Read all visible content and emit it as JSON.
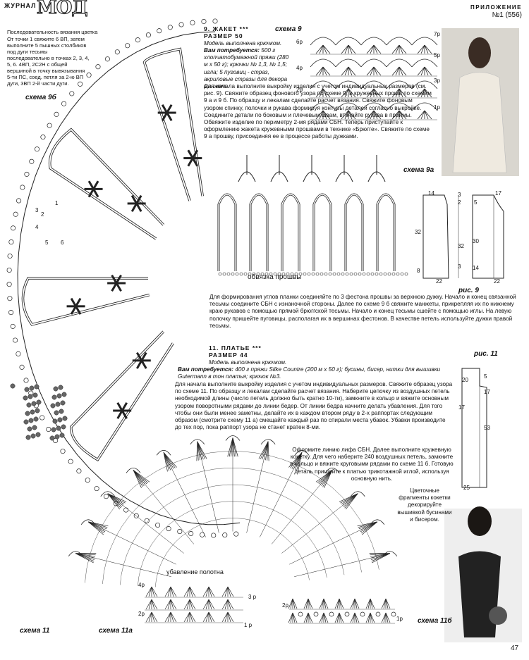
{
  "header": {
    "journal_prefix": "ЖУРНАЛ",
    "journal_logo": "МОД",
    "supplement_title": "ПРИЛОЖЕНИЕ",
    "supplement_number": "№1 (556)"
  },
  "page_number": "47",
  "top_left_note": {
    "title": "Последовательность вязания цветка",
    "text": "От точки 1 свяжите 6 ВП, затем выполните 5 пышных столбиков под дуги тесьмы последовательно в точках 2, 3, 4, 5, 6. 4ВП, 2С2Н с общей вершиной в точку вывязывания 5-ти ПС, соед. петля за 2-ю ВП дуги, 3ВП 2-й части дуги."
  },
  "diagram_labels": {
    "schema_9b": "схема 9б",
    "schema_9": "схема 9",
    "schema_9a": "схема 9а",
    "obvyazka": "обвязка прошвы",
    "fig9": "рис. 9",
    "fig11": "рис. 11",
    "schema_11": "схема 11",
    "schema_11a": "схема 11а",
    "schema_11b": "схема 11б",
    "ubavlenie": "убавление полотна",
    "flower_numbers": [
      "1",
      "2",
      "3",
      "4",
      "5",
      "6"
    ]
  },
  "row_labels_9": {
    "left": [
      "6р",
      "4р",
      "2р"
    ],
    "right": [
      "7р",
      "5р",
      "3р",
      "1р"
    ]
  },
  "row_labels_11a": {
    "left": [
      "4р",
      "2р"
    ],
    "right": [
      "3 р",
      "1 р"
    ]
  },
  "row_labels_11b": {
    "left": [
      "2р"
    ],
    "right": [
      "1р"
    ]
  },
  "pattern9_dims": [
    "14",
    "3",
    "2",
    "32",
    "32",
    "17",
    "5",
    "30",
    "14",
    "22",
    "22",
    "8",
    "3"
  ],
  "pattern11_dims": {
    "a": "5",
    "b": "20",
    "c": "17",
    "d": "17",
    "e": "53",
    "f": "25"
  },
  "article9": {
    "title": "9. ЖАКЕТ ***",
    "size": "РАЗМЕР 50",
    "by": "Модель выполнена крючком.",
    "needs_label": "Вам потребуется:",
    "needs": "500 г хлопчатобумажной пряжи (280 м х 50 г); крючки № 1,3, № 1,5; игла; 5 пуговиц - страз, акриловые стразы для декора манжет.",
    "p1": "Для начала выполните выкройку изделия с учетом индивидуальных размеров (см. рис. 9). Свяжите образец фонового узора по схеме 9, и кружевных прошв по схемам 9 а и 9 б. По образцу и лекалам сделайте расчет вязания. Свяжите фоновым узором спинку, полочки и рукава формируя контуры деталей согласно выкройке. Соедините детали по боковым и плечевым швам, втачайте рукава в проймы. Обвяжите изделие по периметру 2-мя рядами СБН. Теперь приступайте к оформлению жакета кружевными прошвами в технике «Брюгге». Свяжите по схеме 9 а прошву, присоединяя ее в процессе работы дужками.",
    "p2": "Для формирования углов планки соединяйте по 3 фестона прошвы за верхнюю дужку. Начало и конец связанной тесьмы соедините СБН с изнаночной стороны. Далее по схеме 9 б свяжите манжеты, прикрепляя их по нижнему краю рукавов с помощью прямой брюггской тесьмы. Начало и конец тесьмы сшейте с помощью иглы. На левую полочку пришейте пуговицы, располагая их в вершинах фестонов. В качестве петель используйте дужки правой тесьмы."
  },
  "article11": {
    "title": "11. ПЛАТЬЕ ***",
    "size": "РАЗМЕР 44",
    "by": "Модель выполнена крючком.",
    "needs_label": "Вам потребуется:",
    "needs": "400 г пряжи Silke Countre (200 м х 50 г); бусины, бисер, нитки для вышивки Gutermann в тон платья; крючок №3.",
    "p1": "Для начала выполните выкройку изделия с учетом индивидуальных размеров. Свяжите образец узора по схеме 11. По образцу и лекалам сделайте расчет вязания. Наберите цепочку из воздушных петель необходимой длины (число петель должно быть кратно 10-ти), замкните в кольцо и вяжите основным узором поворотными рядами до линии бедер. От линии бедра начните делать убавления. Для того чтобы они были менее заметны, делайте их в каждом втором ряду в 2-х раппортах следующим образом (смотрите схему 11 а) смещайте каждый раз по спирали места убавок. Убавки производите до тех пор, пока раппорт узора не станет кратен 8-ми.",
    "p2": "Оформите линию лифа СБН. Далее выполните кружевную кокетку. Для чего наберите 240 воздушных петель, замкните в кольцо и вяжите круговыми рядами по схеме 11 б. Готовую деталь пришейте к платью трикотажной иглой, используя основную нить.",
    "p3": "Цветочные фрагменты кокетки декорируйте вышивкой бусинами и бисером."
  }
}
